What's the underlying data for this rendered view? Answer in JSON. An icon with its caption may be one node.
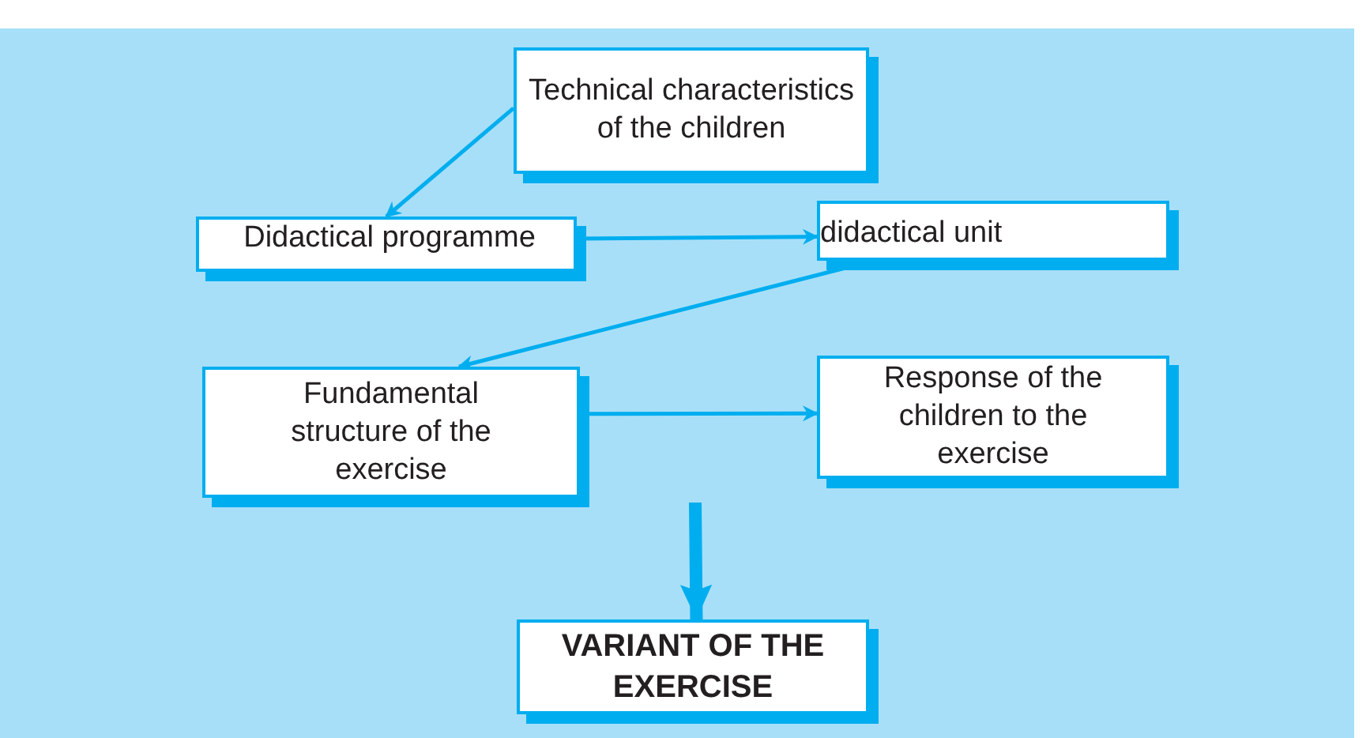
{
  "diagram": {
    "nodes": [
      {
        "text": [
          "Technical characteristics of the children"
        ]
      },
      {
        "text": [
          "Didactical programme"
        ]
      },
      {
        "text": [
          "didactical unit"
        ]
      },
      {
        "text": [
          "Fundamental structure of the exercise"
        ]
      },
      {
        "text": [
          "Response of the children to the exercise"
        ]
      },
      {
        "text": [
          "VARIANT OF THE EXERCISE"
        ]
      }
    ],
    "edges": [
      {
        "from": 0,
        "to": 1,
        "arrow": "to"
      },
      {
        "from": 1,
        "to": 2,
        "arrow": "to"
      },
      {
        "from": 2,
        "to": 3,
        "arrow": "to"
      },
      {
        "from": 3,
        "to": 4,
        "arrow": "to"
      },
      {
        "from": null,
        "to": 5,
        "arrow": "to",
        "style": "thick"
      }
    ]
  }
}
